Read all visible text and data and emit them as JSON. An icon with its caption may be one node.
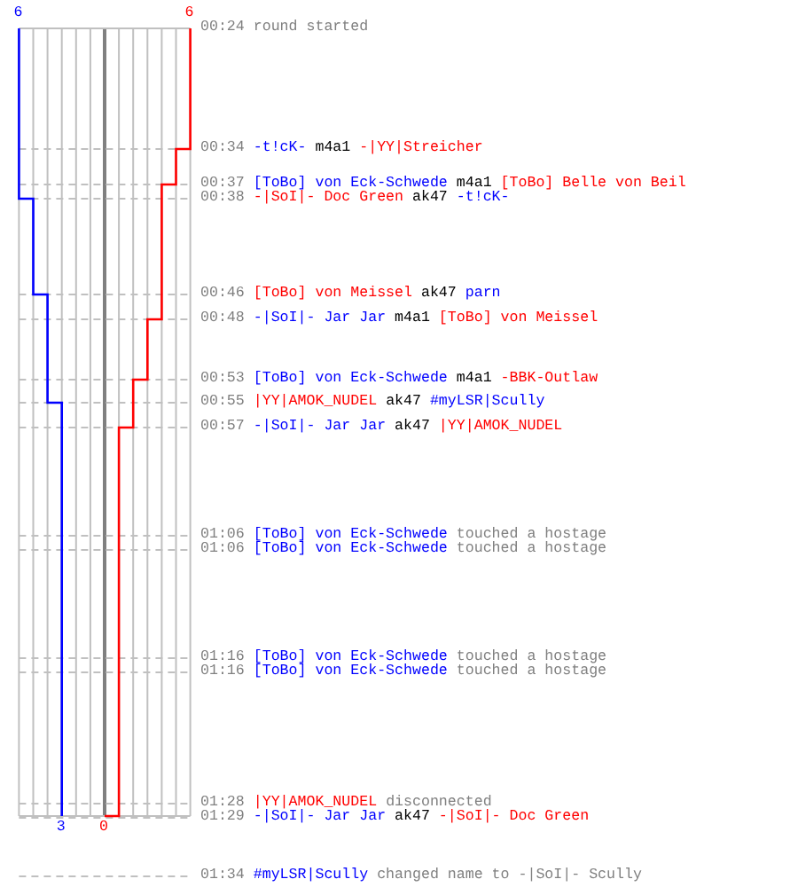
{
  "diagram": {
    "labels": [
      "6",
      "6",
      "00:24",
      "round started",
      "00:34",
      "-t!cK-",
      "m4a1",
      "-|YY|Streicher",
      "00:37",
      "[ToBo] von Eck-Schwede",
      "m4a1",
      "[ToBo] Belle von Beil",
      "00:38",
      "-|SoI|- Doc Green",
      "ak47",
      "-t!cK-",
      "00:46",
      "[ToBo] von Meissel",
      "ak47",
      "parn",
      "00:48",
      "-|SoI|- Jar Jar",
      "m4a1",
      "[ToBo] von Meissel",
      "00:53",
      "[ToBo] von Eck-Schwede",
      "m4a1",
      "-BBK-Outlaw",
      "00:55",
      "|YY|AMOK_NUDEL",
      "ak47",
      "#myLSR|Scully",
      "00:57",
      "-|SoI|- Jar Jar",
      "ak47",
      "|YY|AMOK_NUDEL",
      "01:06",
      "[ToBo] von Eck-Schwede",
      "touched a hostage",
      "01:06",
      "[ToBo] von Eck-Schwede",
      "touched a hostage",
      "01:16",
      "[ToBo] von Eck-Schwede",
      "touched a hostage",
      "01:16",
      "[ToBo] von Eck-Schwede",
      "touched a hostage",
      "01:28",
      "|YY|AMOK_NUDEL",
      "disconnected",
      "01:29",
      "-|SoI|- Jar Jar",
      "ak47",
      "-|SoI|- Doc Green",
      "3",
      "0",
      "01:34",
      "#myLSR|Scully",
      "changed name to -|SoI|- Scully"
    ]
  }
}
